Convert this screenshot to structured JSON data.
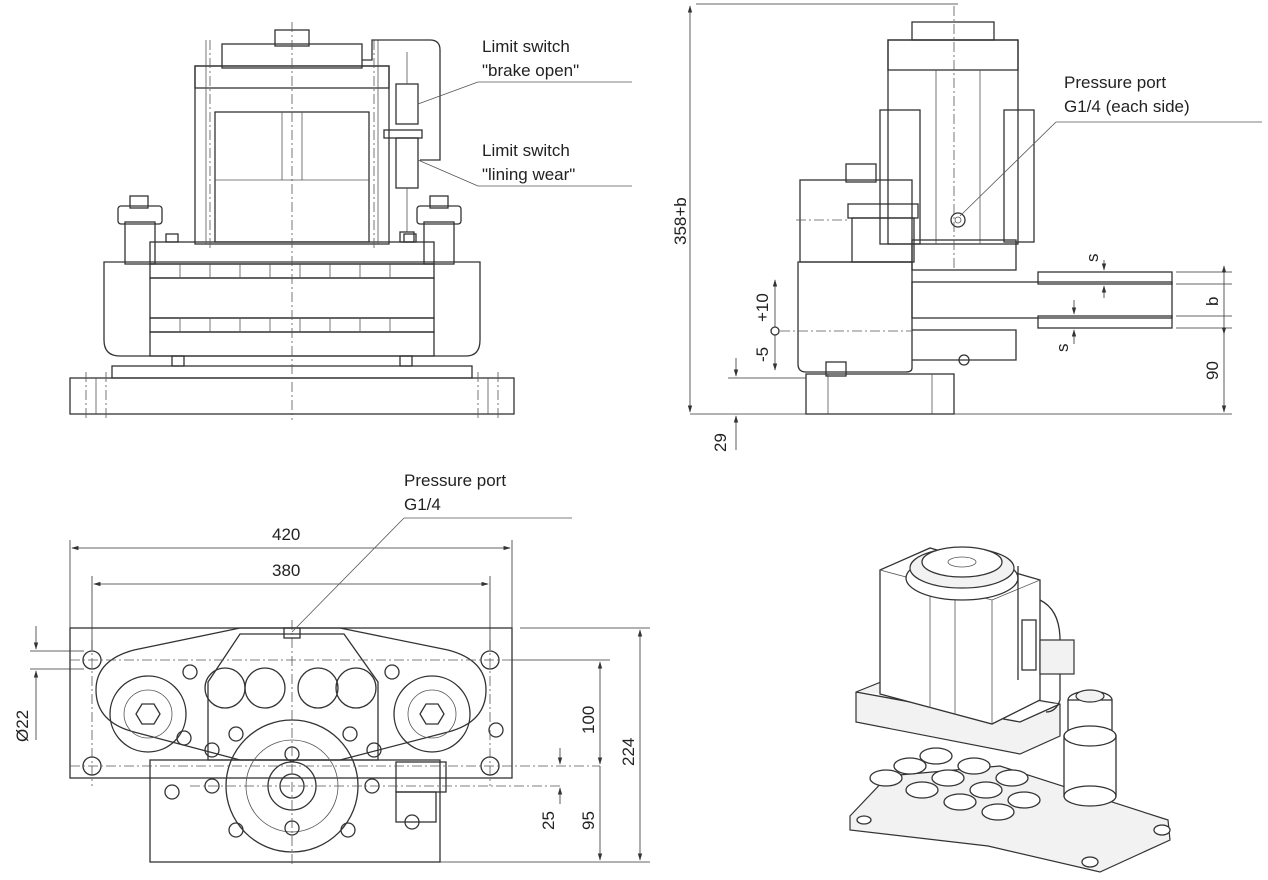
{
  "callouts": {
    "limit_switch_brake_open": [
      "Limit switch",
      "\"brake open\""
    ],
    "limit_switch_lining_wear": [
      "Limit switch",
      "\"lining wear\""
    ],
    "pressure_port_each_side": [
      "Pressure port",
      "G1/4 (each side)"
    ],
    "pressure_port": [
      "Pressure port",
      "G1/4"
    ]
  },
  "dimensions": {
    "side_height": "358+b",
    "side_base": "29",
    "side_gap_s_upper": "s",
    "side_gap_s_lower": "s",
    "side_b": "b",
    "side_90": "90",
    "side_plus10": "+10",
    "side_minus5": "-5",
    "plan_420": "420",
    "plan_380": "380",
    "plan_hole": "Ø22",
    "plan_100": "100",
    "plan_224": "224",
    "plan_25": "25",
    "plan_95": "95"
  }
}
